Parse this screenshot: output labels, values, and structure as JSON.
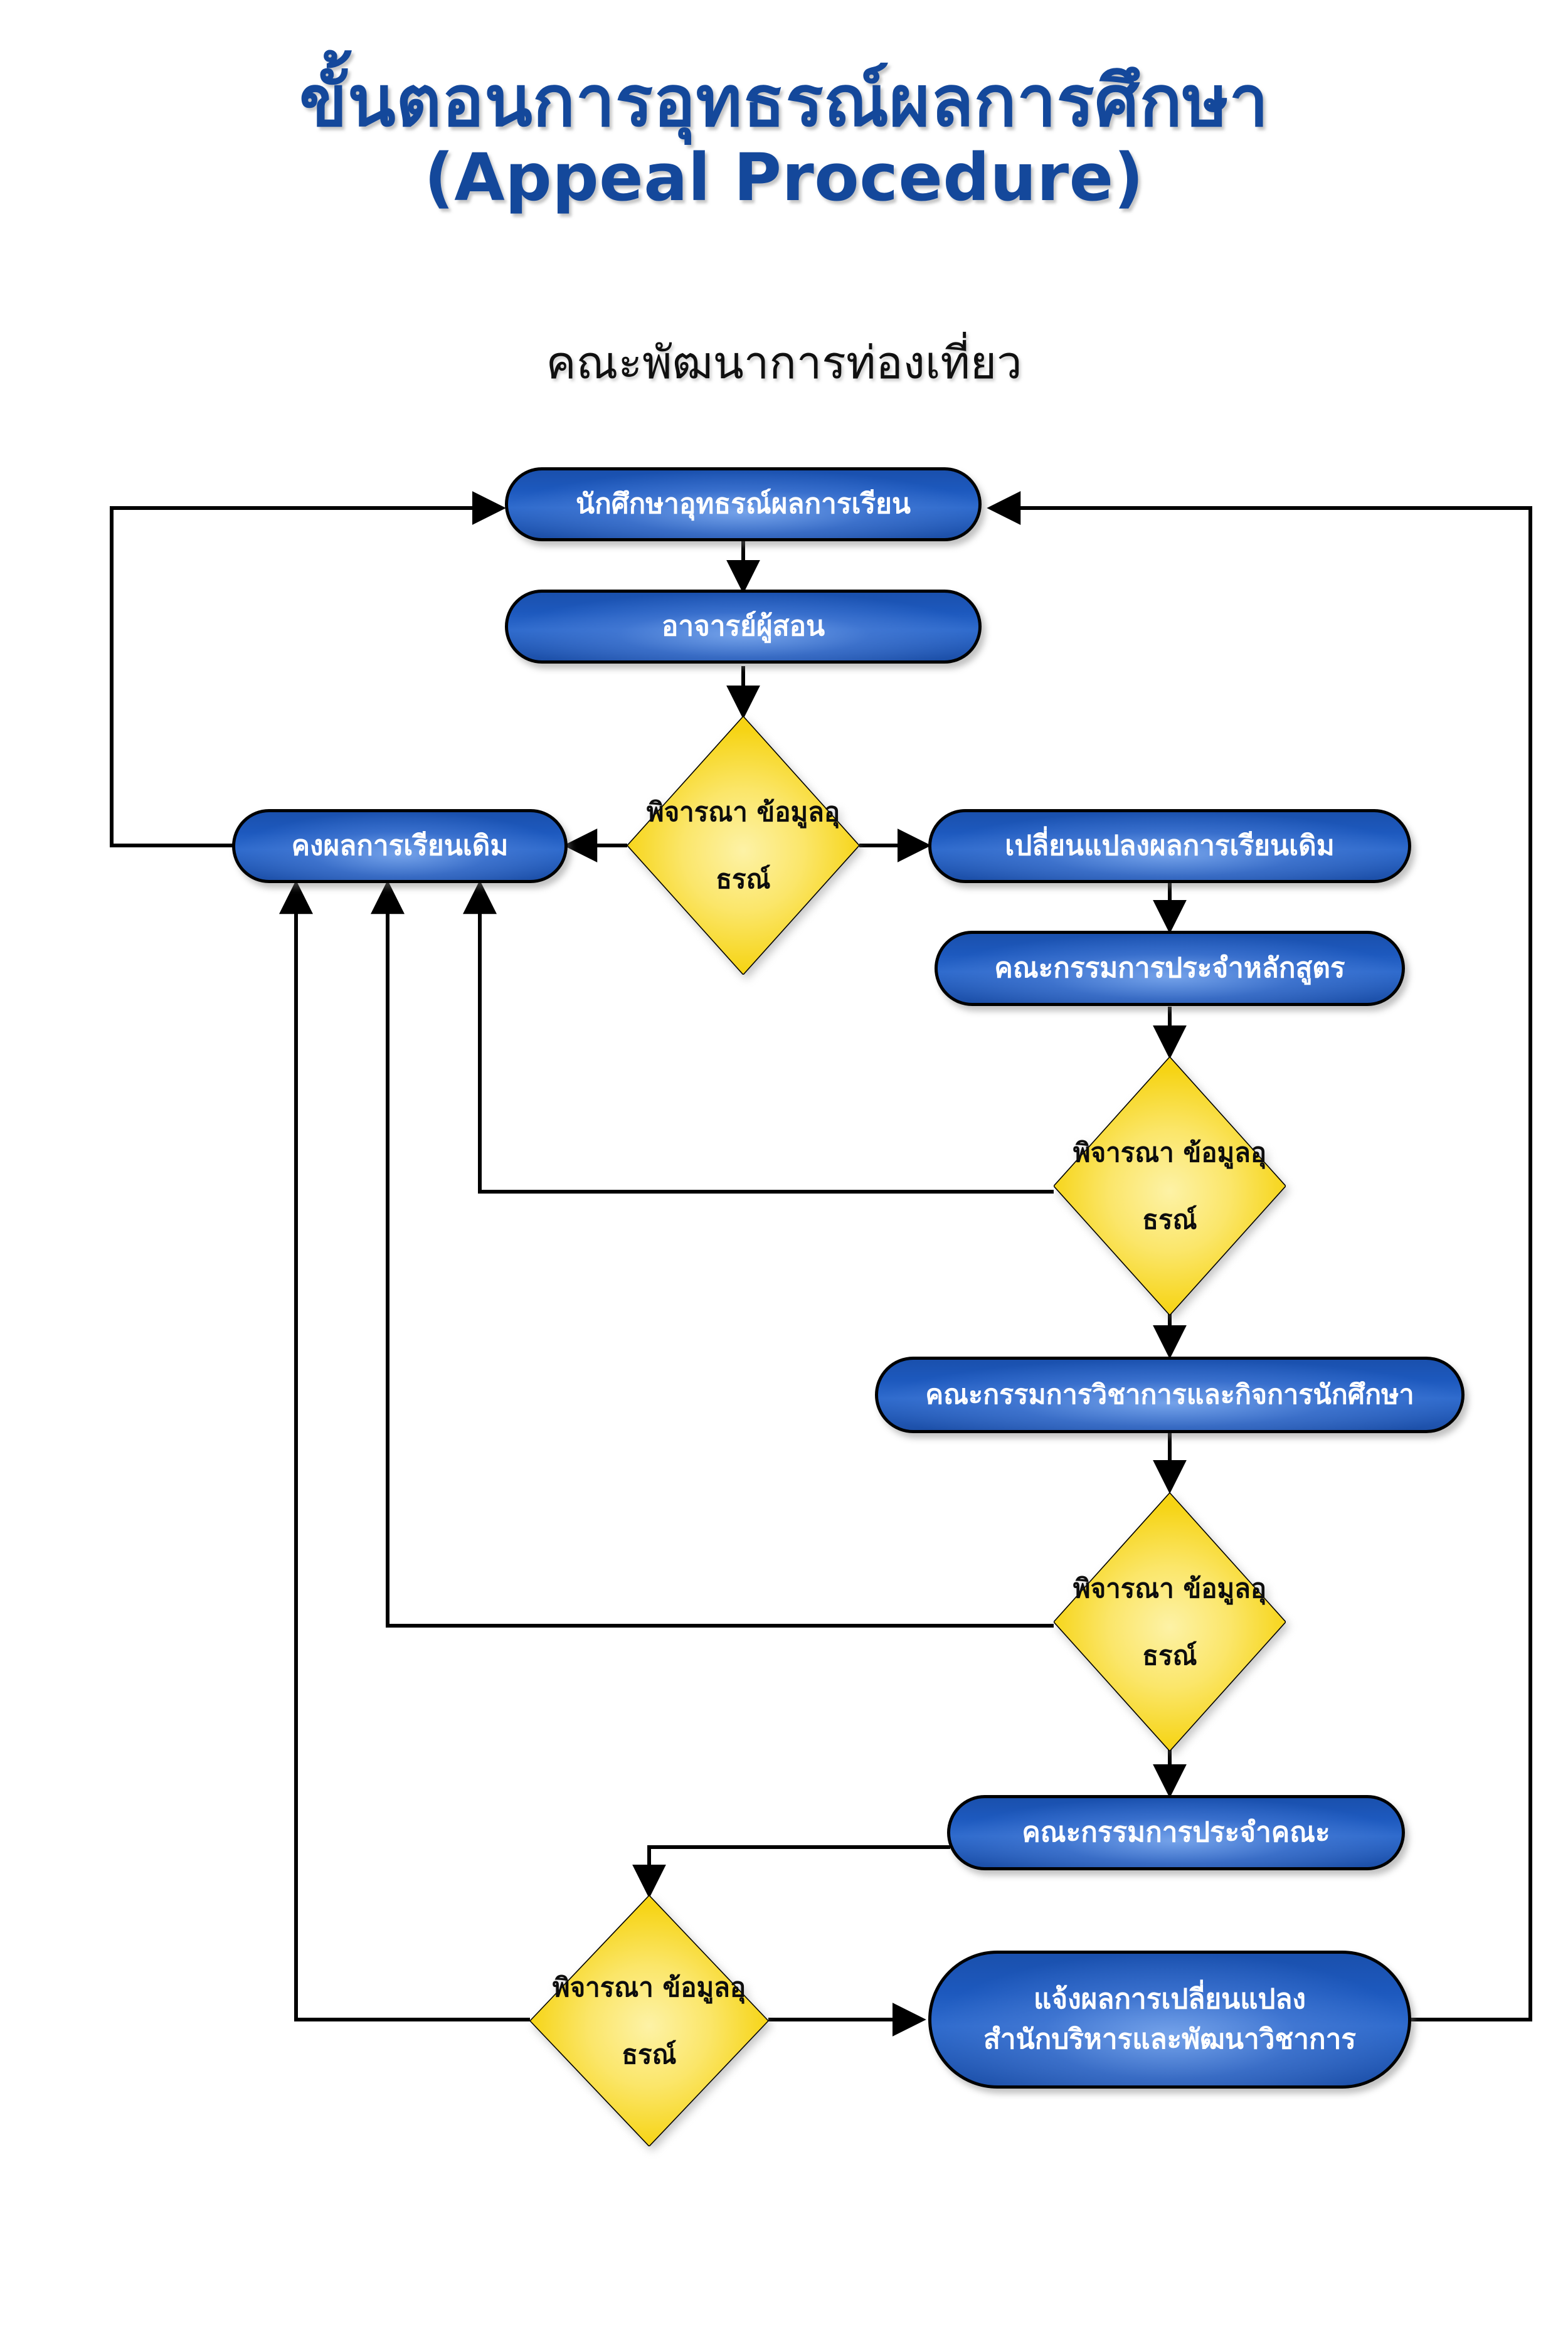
{
  "header": {
    "title_th": "ขั้นตอนการอุทธรณ์ผลการศึกษา",
    "title_en": "(Appeal Procedure)",
    "subtitle": "คณะพัฒนาการท่องเที่ยว"
  },
  "colors": {
    "title_blue": "#14489B",
    "node_fill_dark": "#1a50ad",
    "node_fill_light": "#3a79d6",
    "node_text": "#FFFFFF",
    "decision_fill": "#F6D415",
    "decision_text": "#0D0D0D",
    "connector": "#000000",
    "background": "#FFFFFF"
  },
  "chart_data": {
    "type": "flowchart",
    "title": "ขั้นตอนการอุทธรณ์ผลการศึกษา (Appeal Procedure)",
    "nodes": [
      {
        "id": "n1",
        "shape": "rounded",
        "label": "นักศึกษาอุทธรณ์ผลการเรียน"
      },
      {
        "id": "n2",
        "shape": "rounded",
        "label": "อาจารย์ผู้สอน"
      },
      {
        "id": "d1",
        "shape": "diamond",
        "label_line1": "พิจารณา",
        "label_line2": "ข้อมูลอุธรณ์"
      },
      {
        "id": "n3",
        "shape": "rounded",
        "label": "คงผลการเรียนเดิม"
      },
      {
        "id": "n4",
        "shape": "rounded",
        "label": "เปลี่ยนแปลงผลการเรียนเดิม"
      },
      {
        "id": "n5",
        "shape": "rounded",
        "label": "คณะกรรมการประจำหลักสูตร"
      },
      {
        "id": "d2",
        "shape": "diamond",
        "label_line1": "พิจารณา",
        "label_line2": "ข้อมูลอุธรณ์"
      },
      {
        "id": "n6",
        "shape": "rounded",
        "label": "คณะกรรมการวิชาการและกิจการนักศึกษา"
      },
      {
        "id": "d3",
        "shape": "diamond",
        "label_line1": "พิจารณา",
        "label_line2": "ข้อมูลอุธรณ์"
      },
      {
        "id": "n7",
        "shape": "rounded",
        "label": "คณะกรรมการประจำคณะ"
      },
      {
        "id": "d4",
        "shape": "diamond",
        "label_line1": "พิจารณา",
        "label_line2": "ข้อมูลอุธรณ์"
      },
      {
        "id": "n8",
        "shape": "rounded",
        "label_line1": "แจ้งผลการเปลี่ยนแปลง",
        "label_line2": "สำนักบริหารและพัฒนาวิชาการ"
      }
    ],
    "edges": [
      {
        "from": "n1",
        "to": "n2",
        "style": "arrow-down"
      },
      {
        "from": "n2",
        "to": "d1",
        "style": "arrow-down"
      },
      {
        "from": "d1",
        "to": "n3",
        "style": "arrow-left"
      },
      {
        "from": "d1",
        "to": "n4",
        "style": "arrow-right"
      },
      {
        "from": "n4",
        "to": "n5",
        "style": "arrow-down"
      },
      {
        "from": "n5",
        "to": "d2",
        "style": "arrow-down"
      },
      {
        "from": "d2",
        "to": "n6",
        "style": "arrow-down"
      },
      {
        "from": "d2",
        "to": "n3",
        "style": "elbow-left-up"
      },
      {
        "from": "n6",
        "to": "d3",
        "style": "arrow-down"
      },
      {
        "from": "d3",
        "to": "n7",
        "style": "arrow-down"
      },
      {
        "from": "d3",
        "to": "n3",
        "style": "elbow-left-up"
      },
      {
        "from": "n7",
        "to": "d4",
        "style": "elbow-left-down"
      },
      {
        "from": "d4",
        "to": "n8",
        "style": "arrow-right"
      },
      {
        "from": "d4",
        "to": "n3",
        "style": "elbow-left-up"
      },
      {
        "from": "n3",
        "to": "n1",
        "style": "elbow-left-around-up"
      },
      {
        "from": "n8",
        "to": "n1",
        "style": "elbow-right-around-up"
      }
    ]
  }
}
